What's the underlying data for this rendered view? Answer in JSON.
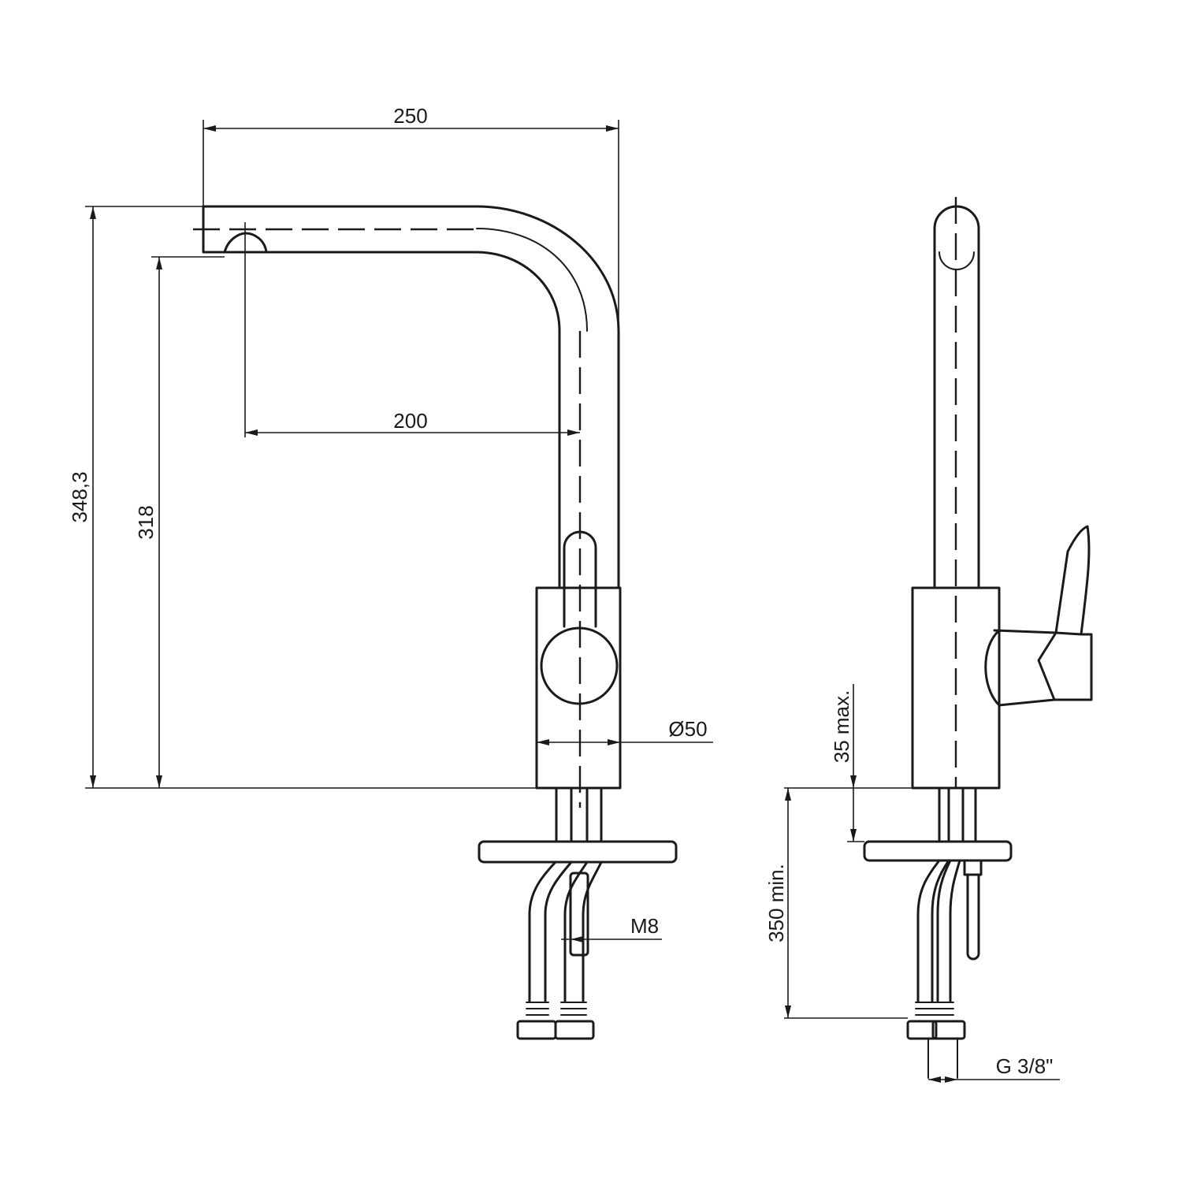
{
  "dimensions": {
    "overall_reach": "250",
    "spout_reach": "200",
    "overall_height": "348,3",
    "spout_height": "318",
    "body_diameter": "Ø50",
    "stud_thread": "M8",
    "max_counter_thickness": "35 max.",
    "min_hose_length": "350 min.",
    "hose_connection": "G 3/8\""
  },
  "colors": {
    "line": "#1a1a1a",
    "background": "#ffffff"
  }
}
